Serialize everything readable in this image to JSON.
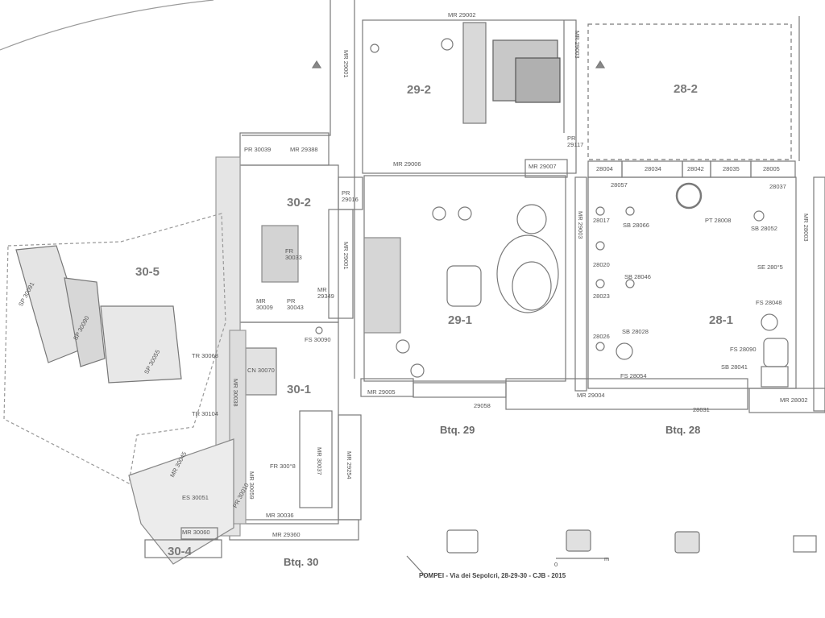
{
  "rooms": [
    "30-5",
    "30-2",
    "30-1",
    "30-4",
    "29-2",
    "29-1",
    "28-2",
    "28-1"
  ],
  "boutiques": [
    "Btq. 30",
    "Btq. 29",
    "Btq. 28"
  ],
  "walls": {
    "mr29002": "MR 29002",
    "mr29003": "MR 29003",
    "mr29001": "MR 29001",
    "mr30039": "PR 30039",
    "mr29388": "MR 29388",
    "mr29006": "MR 29006",
    "mr29007": "MR 29007",
    "pr29117": "PR\n29117",
    "pr29016": "PR\n29016",
    "mr28004": "28004",
    "mr28034": "28034",
    "mr28042": "28042",
    "mr28035": "28035",
    "mr28005": "28005",
    "mr28037": "28037",
    "mr29005": "MR 29005",
    "mr29058": "29058",
    "mr29004": "MR 29004",
    "mr28031": "28031",
    "mr28002": "MR 28002",
    "mr28003": "MR 28003",
    "mr29001b": "MR 29001",
    "mr29003b": "MR 29003",
    "mr29349": "MR\n29349",
    "mr29254": "MR 29254",
    "mr29360": "MR 29360",
    "mr30036": "MR 30036",
    "mr30060": "MR 30060",
    "mr30045": "MR 30045",
    "mr30037": "MR 30037",
    "mr30038": "MR 30038",
    "pr30010": "PR 30010",
    "mr30059": "MR 30059"
  },
  "features": {
    "fr30033": "FR\n30033",
    "mr30009": "MR\n30009",
    "pr30043": "PR\n30043",
    "fs30090": "FS 30090",
    "cn30070": "CN 30070",
    "fr3008": "FR 300°8",
    "tr30068": "TR 30068",
    "tr30104": "TR 30104",
    "es30051": "ES 30051",
    "sp30091": "SP 30091",
    "sp30090": "SP 30090",
    "sp30055": "SP 30055",
    "s28057": "28057",
    "s28017": "28017",
    "sb28066": "SB 28066",
    "pt28008": "PT 28008",
    "sb28052": "SB 28052",
    "s28020": "28020",
    "sb28046": "SB 28046",
    "s28023": "28023",
    "se2805": "SE 280°5",
    "fs28048": "FS 28048",
    "s28026": "28026",
    "sb28028": "SB 28028",
    "fs28090": "FS 28090",
    "sb28041": "SB 28041",
    "fs28054": "FS 28054"
  },
  "scale": {
    "zero": "0",
    "unit": "m"
  },
  "caption": "POMPEI - Via dei Sepolcri, 28-29-30 - CJB - 2015"
}
